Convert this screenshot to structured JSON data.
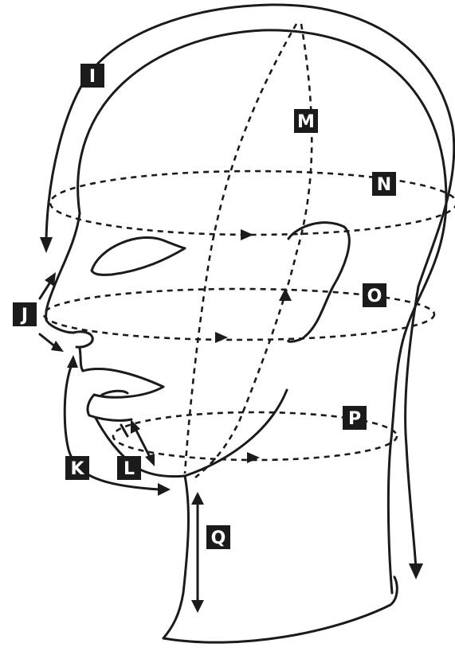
{
  "labels": {
    "I": "I",
    "J": "J",
    "K": "K",
    "L": "L",
    "M": "M",
    "N": "N",
    "O": "O",
    "P": "P",
    "Q": "Q"
  }
}
